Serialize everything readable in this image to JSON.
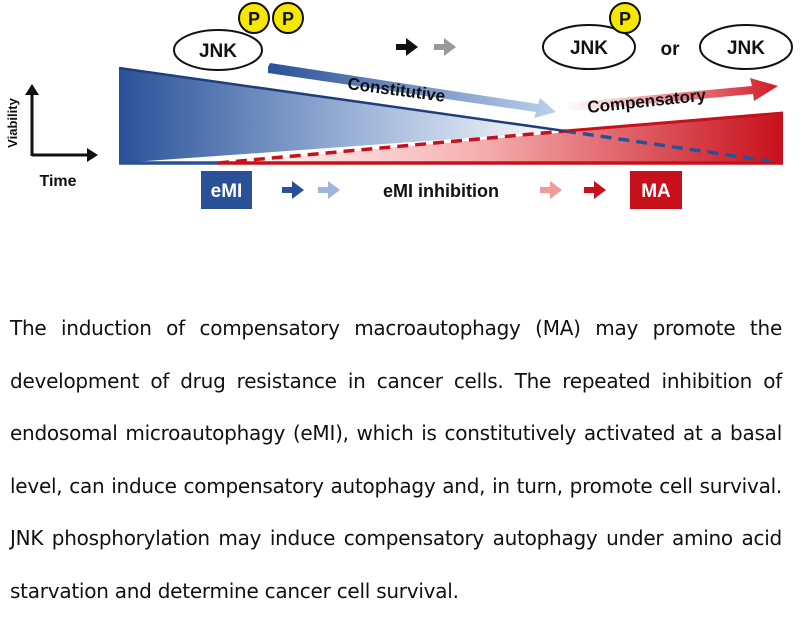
{
  "diagram": {
    "jnk_label": "JNK",
    "phospho_label": "P",
    "or_label": "or",
    "constitutive_label": "Constitutive",
    "compensatory_label": "Compensatory",
    "axis_y_label": "Viability",
    "axis_x_label": "Time",
    "emi_box_label": "eMI",
    "inhibition_label": "eMI inhibition",
    "ma_box_label": "MA",
    "colors": {
      "blue_dark": "#2a5198",
      "blue_light": "#9fb6da",
      "red_dark": "#c8101c",
      "red_light": "#f29999",
      "phospho_yellow": "#f5e700",
      "grey": "#9a9a9a"
    }
  },
  "caption": "The induction of compensatory macroautophagy (MA) may promote the development of drug resistance in cancer cells. The repeated inhibition of endosomal microautophagy (eMI), which is constitutively activated at a basal level, can induce compensatory autophagy and, in turn, promote cell survival. JNK phosphorylation may induce compensatory autophagy under amino acid starvation and determine cancer cell survival."
}
